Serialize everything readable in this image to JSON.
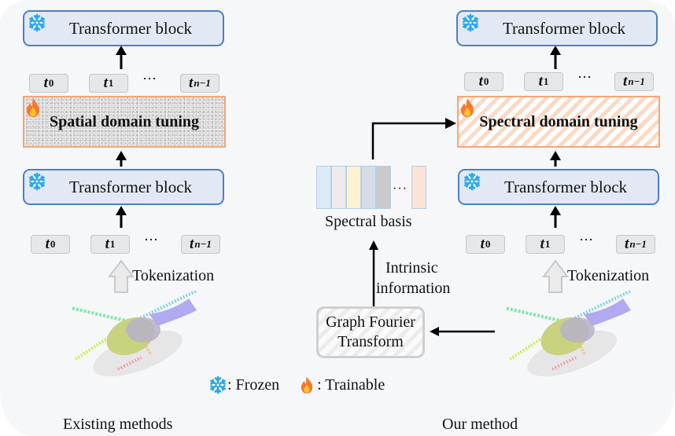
{
  "left_panel": {
    "caption": "Existing methods",
    "top_block": {
      "label": "Transformer block",
      "icon": "snowflake-icon",
      "state": "frozen"
    },
    "top_tokens": [
      {
        "base": "t",
        "sub": "0"
      },
      {
        "base": "t",
        "sub": "1"
      },
      {
        "base": "t",
        "sub": "n−1"
      }
    ],
    "ellipsis": "⋯",
    "tuning": {
      "label": "Spatial domain tuning",
      "icon": "fire-icon",
      "state": "trainable"
    },
    "bottom_block": {
      "label": "Transformer block",
      "icon": "snowflake-icon",
      "state": "frozen"
    },
    "bottom_tokens": [
      {
        "base": "t",
        "sub": "0"
      },
      {
        "base": "t",
        "sub": "1"
      },
      {
        "base": "t",
        "sub": "n−1"
      }
    ],
    "tokenization_label": "Tokenization",
    "input": "helicopter point cloud"
  },
  "middle": {
    "spectral_basis_label": "Spectral basis",
    "spectral_basis_colors": [
      "#dce9f8",
      "#ececec",
      "#fdf1d2",
      "#d5dce6",
      "#cacaca",
      "#fbe3d6"
    ],
    "ellipsis": "···",
    "intrinsic_label_line1": "Intrinsic",
    "intrinsic_label_line2": "information",
    "gft_line1": "Graph Fourier",
    "gft_line2": "Transform"
  },
  "right_panel": {
    "caption": "Our method",
    "top_block": {
      "label": "Transformer block",
      "icon": "snowflake-icon",
      "state": "frozen"
    },
    "top_tokens": [
      {
        "base": "t",
        "sub": "0"
      },
      {
        "base": "t",
        "sub": "1"
      },
      {
        "base": "t",
        "sub": "n−1"
      }
    ],
    "ellipsis": "⋯",
    "tuning": {
      "label": "Spectral domain tuning",
      "icon": "fire-icon",
      "state": "trainable"
    },
    "bottom_block": {
      "label": "Transformer block",
      "icon": "snowflake-icon",
      "state": "frozen"
    },
    "bottom_tokens": [
      {
        "base": "t",
        "sub": "0"
      },
      {
        "base": "t",
        "sub": "1"
      },
      {
        "base": "t",
        "sub": "n−1"
      }
    ],
    "tokenization_label": "Tokenization",
    "input": "helicopter point cloud"
  },
  "legend": {
    "frozen_label": ": Frozen",
    "trainable_label": ": Trainable"
  },
  "colors": {
    "block_fill": "#e3e9f4",
    "block_border": "#4a7fcf",
    "tuning_border": "#f0a878",
    "snowflake": "#29a8e8",
    "fire_outer": "#f47a2a",
    "fire_inner": "#ffc233"
  }
}
